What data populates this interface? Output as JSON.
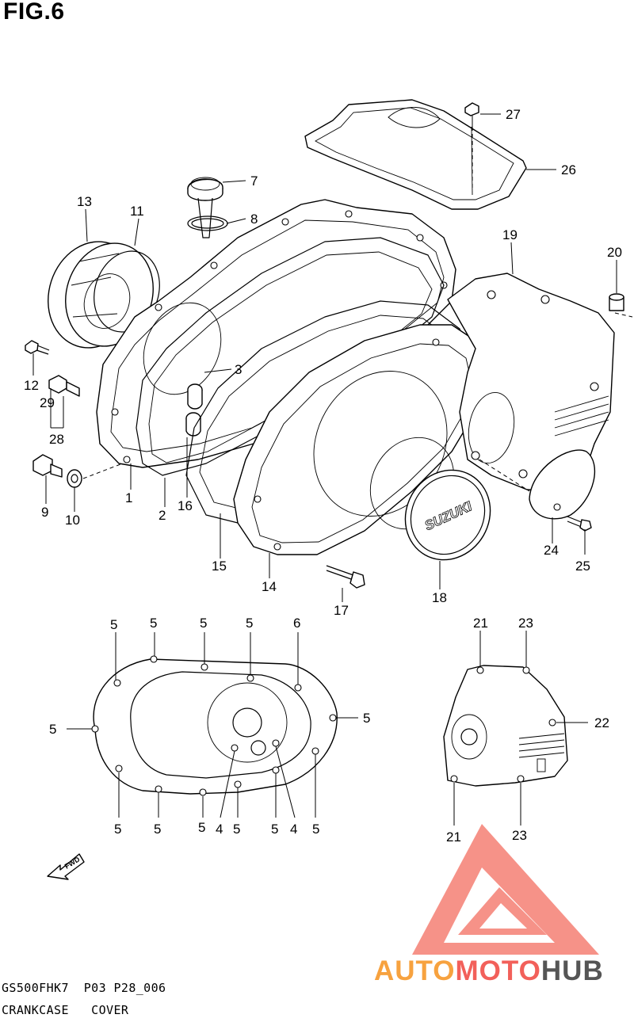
{
  "figure": {
    "title": "FIG.6"
  },
  "footer": {
    "model_code": "GS500FHK7  P03 P28_006",
    "section_name": "CRANKCASE   COVER"
  },
  "watermark": {
    "part1": "AUTO",
    "part2": "MOTO",
    "part3": "HUB",
    "colors": {
      "orange": "#f7a23f",
      "red": "#f2605a",
      "gray": "#555555"
    }
  },
  "callouts": {
    "c1": "1",
    "c2": "2",
    "c3": "3",
    "c4a": "4",
    "c4b": "4",
    "c5_t1": "5",
    "c5_t2": "5",
    "c5_t3": "5",
    "c5_t4": "5",
    "c5_l": "5",
    "c5_r": "5",
    "c5_b1": "5",
    "c5_b2": "5",
    "c5_b3": "5",
    "c5_b4": "5",
    "c5_b5": "5",
    "c5_b6": "5",
    "c6": "6",
    "c7": "7",
    "c8": "8",
    "c9": "9",
    "c10": "10",
    "c11": "11",
    "c12": "12",
    "c13": "13",
    "c14": "14",
    "c15": "15",
    "c16": "16",
    "c17": "17",
    "c18": "18",
    "c19": "19",
    "c20": "20",
    "c21a": "21",
    "c21b": "21",
    "c22": "22",
    "c23a": "23",
    "c23b": "23",
    "c24": "24",
    "c25": "25",
    "c26": "26",
    "c27": "27",
    "c28": "28",
    "c29": "29"
  },
  "labels": {
    "emblem": "SUZUKI",
    "fwd_arrow": "FWD"
  }
}
